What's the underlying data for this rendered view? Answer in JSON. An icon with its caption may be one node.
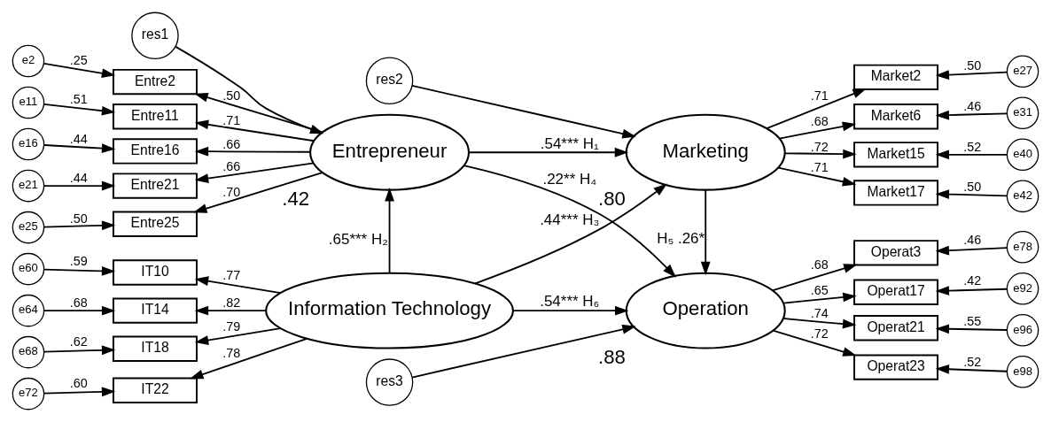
{
  "diagram": {
    "nodes": [
      {
        "text": [
          "Entrepreneur"
        ],
        "beside": [
          ".42"
        ]
      },
      {
        "text": [
          "res1"
        ]
      },
      {
        "text": [
          "Marketing"
        ],
        "beside": [
          ".80"
        ]
      },
      {
        "text": [
          "res2"
        ]
      },
      {
        "text": [
          "Information Technology"
        ]
      },
      {
        "text": [
          "Operation"
        ],
        "beside": [
          ".88"
        ]
      },
      {
        "text": [
          "res3"
        ]
      },
      {
        "text": [
          "Entre2"
        ]
      },
      {
        "text": [
          "Entre11"
        ]
      },
      {
        "text": [
          "Entre16"
        ]
      },
      {
        "text": [
          "Entre21"
        ]
      },
      {
        "text": [
          "Entre25"
        ]
      },
      {
        "text": [
          "e2"
        ]
      },
      {
        "text": [
          "e11"
        ]
      },
      {
        "text": [
          "e16"
        ]
      },
      {
        "text": [
          "e21"
        ]
      },
      {
        "text": [
          "e25"
        ]
      },
      {
        "text": [
          "Market2"
        ]
      },
      {
        "text": [
          "Market6"
        ]
      },
      {
        "text": [
          "Market15"
        ]
      },
      {
        "text": [
          "Market17"
        ]
      },
      {
        "text": [
          "e27"
        ]
      },
      {
        "text": [
          "e31"
        ]
      },
      {
        "text": [
          "e40"
        ]
      },
      {
        "text": [
          "e42"
        ]
      },
      {
        "text": [
          "IT10"
        ]
      },
      {
        "text": [
          "IT14"
        ]
      },
      {
        "text": [
          "IT18"
        ]
      },
      {
        "text": [
          "IT22"
        ]
      },
      {
        "text": [
          "e60"
        ]
      },
      {
        "text": [
          "e64"
        ]
      },
      {
        "text": [
          "e68"
        ]
      },
      {
        "text": [
          "e72"
        ]
      },
      {
        "text": [
          "Operat3"
        ]
      },
      {
        "text": [
          "Operat17"
        ]
      },
      {
        "text": [
          "Operat21"
        ]
      },
      {
        "text": [
          "Operat23"
        ]
      },
      {
        "text": [
          "e78"
        ]
      },
      {
        "text": [
          "e92"
        ]
      },
      {
        "text": [
          "e96"
        ]
      },
      {
        "text": [
          "e98"
        ]
      }
    ],
    "edges": [
      {
        "from": 12,
        "to": 7,
        "arrow": "to",
        "label": ".25"
      },
      {
        "from": 13,
        "to": 8,
        "arrow": "to",
        "label": ".51"
      },
      {
        "from": 14,
        "to": 9,
        "arrow": "to",
        "label": ".44"
      },
      {
        "from": 15,
        "to": 10,
        "arrow": "to",
        "label": ".44"
      },
      {
        "from": 16,
        "to": 11,
        "arrow": "to",
        "label": ".50"
      },
      {
        "from": 0,
        "to": 7,
        "arrow": "to",
        "label": ".50"
      },
      {
        "from": 0,
        "to": 8,
        "arrow": "to",
        "label": ".71"
      },
      {
        "from": 0,
        "to": 9,
        "arrow": "to",
        "label": ".66"
      },
      {
        "from": 0,
        "to": 10,
        "arrow": "to",
        "label": ".66"
      },
      {
        "from": 0,
        "to": 11,
        "arrow": "to",
        "label": ".70"
      },
      {
        "from": 1,
        "to": 0,
        "arrow": "to"
      },
      {
        "from": 0,
        "to": 2,
        "arrow": "to",
        "label": ".54*** H₁"
      },
      {
        "from": 3,
        "to": 2,
        "arrow": "to"
      },
      {
        "from": 2,
        "to": 17,
        "arrow": "to",
        "label": ".71"
      },
      {
        "from": 2,
        "to": 18,
        "arrow": "to",
        "label": ".68"
      },
      {
        "from": 2,
        "to": 19,
        "arrow": "to",
        "label": ".72"
      },
      {
        "from": 2,
        "to": 20,
        "arrow": "to",
        "label": ".71"
      },
      {
        "from": 21,
        "to": 17,
        "arrow": "to",
        "label": ".50"
      },
      {
        "from": 22,
        "to": 18,
        "arrow": "to",
        "label": ".46"
      },
      {
        "from": 23,
        "to": 19,
        "arrow": "to",
        "label": ".52"
      },
      {
        "from": 24,
        "to": 20,
        "arrow": "to",
        "label": ".50"
      },
      {
        "from": 4,
        "to": 0,
        "arrow": "to",
        "label": ".65*** H₂"
      },
      {
        "from": 4,
        "to": 2,
        "arrow": "to",
        "label": ".44*** H₃"
      },
      {
        "from": 0,
        "to": 5,
        "arrow": "to",
        "label": ".22** H₄"
      },
      {
        "from": 2,
        "to": 5,
        "arrow": "to",
        "label": "H₅ .26*"
      },
      {
        "from": 29,
        "to": 25,
        "arrow": "to",
        "label": ".59"
      },
      {
        "from": 30,
        "to": 26,
        "arrow": "to",
        "label": ".68"
      },
      {
        "from": 31,
        "to": 27,
        "arrow": "to",
        "label": ".62"
      },
      {
        "from": 32,
        "to": 28,
        "arrow": "to",
        "label": ".60"
      },
      {
        "from": 4,
        "to": 25,
        "arrow": "to",
        "label": ".77"
      },
      {
        "from": 4,
        "to": 26,
        "arrow": "to",
        "label": ".82"
      },
      {
        "from": 4,
        "to": 27,
        "arrow": "to",
        "label": ".79"
      },
      {
        "from": 4,
        "to": 28,
        "arrow": "to",
        "label": ".78"
      },
      {
        "from": 4,
        "to": 5,
        "arrow": "to",
        "label": ".54*** H₆"
      },
      {
        "from": 6,
        "to": 5,
        "arrow": "to"
      },
      {
        "from": 5,
        "to": 33,
        "arrow": "to",
        "label": ".68"
      },
      {
        "from": 5,
        "to": 34,
        "arrow": "to",
        "label": ".65"
      },
      {
        "from": 5,
        "to": 35,
        "arrow": "to",
        "label": ".74"
      },
      {
        "from": 5,
        "to": 36,
        "arrow": "to",
        "label": ".72"
      },
      {
        "from": 37,
        "to": 33,
        "arrow": "to",
        "label": ".46"
      },
      {
        "from": 38,
        "to": 34,
        "arrow": "to",
        "label": ".42"
      },
      {
        "from": 39,
        "to": 35,
        "arrow": "to",
        "label": ".55"
      },
      {
        "from": 40,
        "to": 36,
        "arrow": "to",
        "label": ".52"
      }
    ]
  }
}
